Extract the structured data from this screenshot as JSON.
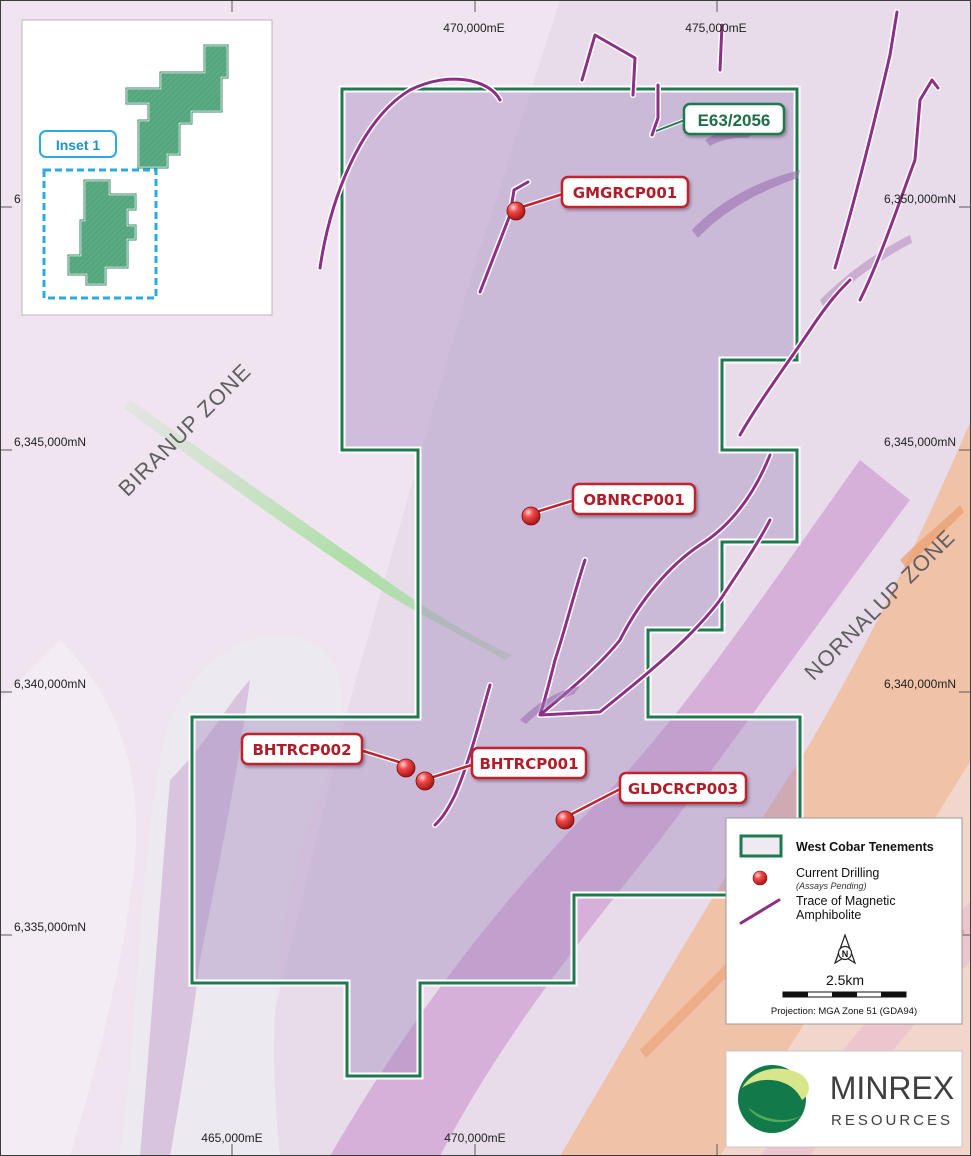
{
  "map": {
    "grid_labels_top": [
      "470,000mE",
      "475,000mE"
    ],
    "grid_labels_bottom": [
      "465,000mE",
      "470,000mE"
    ],
    "grid_labels_left": [
      "6,345,000mN",
      "6,340,000mN",
      "6,335,000mN"
    ],
    "grid_labels_right": [
      "6,350,000mN",
      "6,345,000mN",
      "6,340,000mN"
    ],
    "zone_labels": [
      "BIRANUP ZONE",
      "NORNALUP ZONE"
    ],
    "tenement_label": "E63/2056",
    "inset_label": "Inset 1",
    "drill_holes": [
      "GMGRCP001",
      "OBNRCP001",
      "BHTRCP002",
      "BHTRCP001",
      "GLDCRCP003"
    ],
    "colors": {
      "tenement_border": "#1e7a4e",
      "tenement_fill": "#a98ec0",
      "drill_marker": "#e53535",
      "label_border": "#c0222f",
      "magnetic_trace": "#8e2e86",
      "inset_fill": "#5aaa84",
      "inset_border": "#2ba9e1",
      "nornalup_zone": "#f0c2a8",
      "biranup_background": "#e8dceb"
    }
  },
  "legend": {
    "tenements": "West Cobar Tenements",
    "drilling": "Current Drilling",
    "drilling_note": "(Assays Pending)",
    "trace_line1": "Trace of Magnetic",
    "trace_line2": "Amphibolite",
    "north": "N",
    "scale": "2.5km",
    "projection": "Projection: MGA Zone 51 (GDA94)"
  },
  "logo": {
    "name": "MINREX",
    "sub": "RESOURCES"
  }
}
